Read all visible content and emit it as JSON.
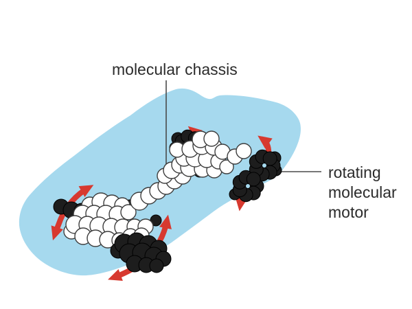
{
  "figure": {
    "type": "scientific-illustration",
    "subject": "nanocar: molecular machine with rotating molecular motors on a molecular chassis, drawn inside a light-blue car silhouette",
    "colors": {
      "body": "#a6d9ee",
      "arrow": "#d7392f",
      "wheel": "#1d1d1d",
      "sphere": "#ffffff",
      "outline": "#3d3d3d",
      "ink": "#2b2b2b",
      "leader": "#4a4a4a",
      "background": "#ffffff"
    }
  },
  "labels": {
    "chassis": "molecular chassis",
    "motor_lines": [
      "rotating",
      "molecular",
      "motor"
    ]
  },
  "icons": {
    "rotation_arrows": "red curved arrows indicating wheel rotation"
  }
}
